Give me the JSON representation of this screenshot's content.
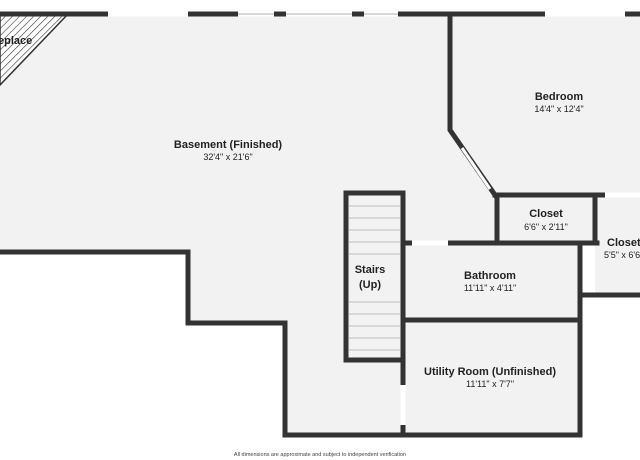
{
  "colors": {
    "wall": "#333333",
    "floor": "#f2f2f2",
    "window": "#ffffff",
    "text": "#222222"
  },
  "rooms": {
    "fireplace": {
      "name": "eplace"
    },
    "basement": {
      "name": "Basement (Finished)",
      "dims": "32'4\" x 21'6\""
    },
    "bedroom": {
      "name": "Bedroom",
      "dims": "14'4\" x 12'4\""
    },
    "closet1": {
      "name": "Closet",
      "dims": "6'6\" x 2'11\""
    },
    "closet2": {
      "name": "Closet",
      "dims": "5'5\" x 6'6\""
    },
    "stairs": {
      "name_line1": "Stairs",
      "name_line2": "(Up)"
    },
    "bathroom": {
      "name": "Bathroom",
      "dims": "11'11\" x 4'11\""
    },
    "utility": {
      "name": "Utility Room (Unfinished)",
      "dims": "11'11\" x 7'7\""
    }
  },
  "disclaimer": "All dimensions are approximate and subject to independent verification"
}
